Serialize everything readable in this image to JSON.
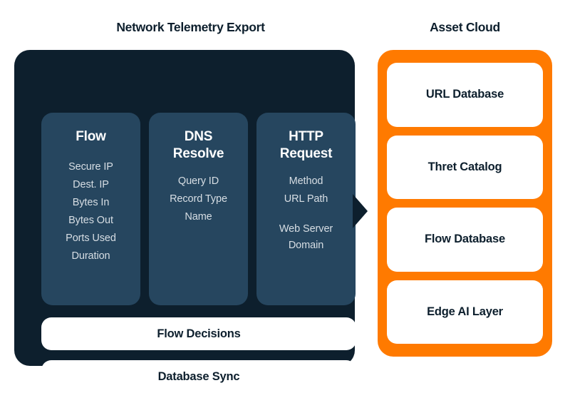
{
  "diagram": {
    "left_panel": {
      "title": "Network Telemetry Export",
      "bg_color": "#0D1F2D",
      "card_color": "#26465F",
      "cards": [
        {
          "title": "Flow",
          "items": [
            "Secure IP",
            "Dest. IP",
            "Bytes In",
            "Bytes Out",
            "Ports Used",
            "Duration"
          ]
        },
        {
          "title_line1": "DNS",
          "title_line2": "Resolve",
          "items": [
            "Query ID",
            "Record Type",
            "Name"
          ]
        },
        {
          "title_line1": "HTTP",
          "title_line2": "Request",
          "items": [
            "Method",
            "URL Path"
          ],
          "items_group2": [
            "Web Server",
            "Domain"
          ]
        }
      ],
      "bars": [
        {
          "label": "Flow Decisions"
        },
        {
          "label": "Database Sync"
        }
      ]
    },
    "right_panel": {
      "title": "Asset Cloud",
      "bg_color": "#FF7A00",
      "cards": [
        {
          "label": "URL Database"
        },
        {
          "label": "Thret Catalog"
        },
        {
          "label": "Flow Database"
        },
        {
          "label": "Edge AI Layer"
        }
      ]
    },
    "connector": {
      "name": "arrow-right",
      "color": "#0D1F2D"
    }
  }
}
